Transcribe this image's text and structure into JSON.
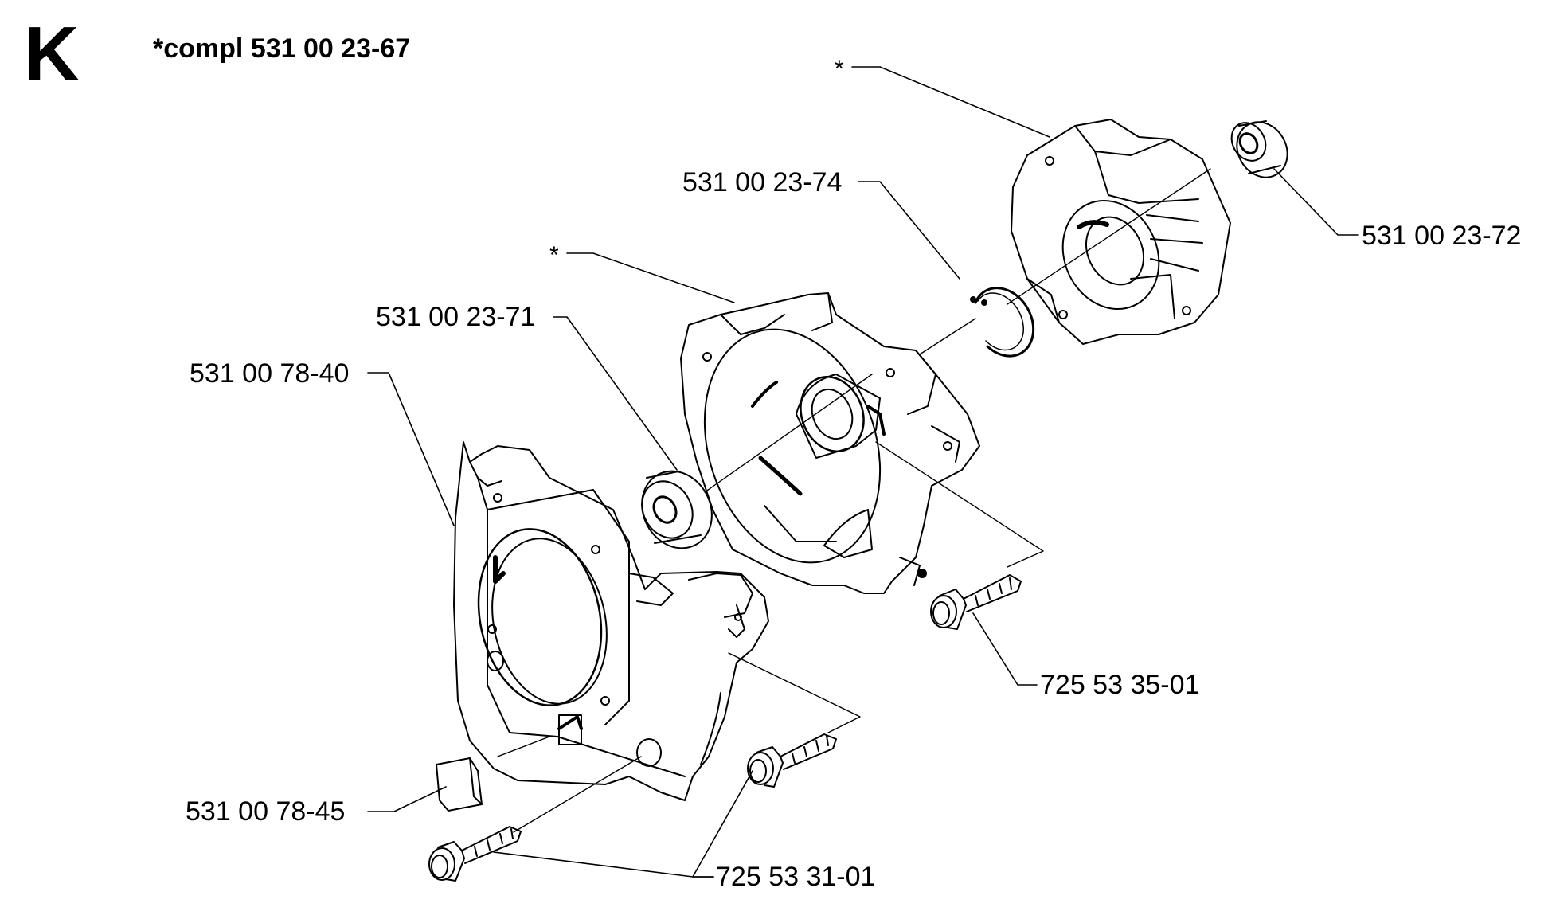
{
  "header": {
    "section_letter": "K",
    "kit_title": "*compl 531 00 23-67"
  },
  "callouts": {
    "star_upper": "*",
    "star_lower": "*",
    "p_531_00_23_74": "531 00 23-74",
    "p_531_00_23_72": "531 00 23-72",
    "p_531_00_23_71": "531 00 23-71",
    "p_531_00_78_40": "531 00 78-40",
    "p_725_53_35_01": "725 53 35-01",
    "p_531_00_78_45": "531 00 78-45",
    "p_725_53_31_01": "725 53 31-01"
  },
  "colors": {
    "ink": "#000000",
    "paper": "#ffffff"
  }
}
